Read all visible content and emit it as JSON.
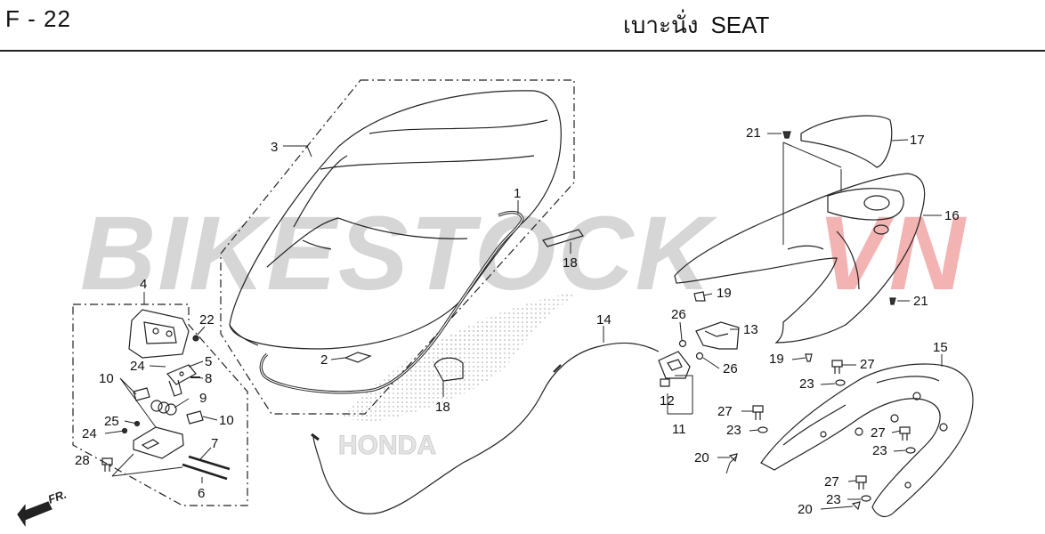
{
  "header": {
    "code": "F - 22",
    "title_th": "เบาะนั่ง",
    "title_en": "SEAT"
  },
  "watermark": {
    "text_gray": "BIKESTOCK",
    "text_red": "VN",
    "brand": "HONDA",
    "gray_color": "#cfcfcf",
    "red_color": "#f0a0a0"
  },
  "direction": "FR.",
  "callouts": {
    "c1": "1",
    "c2": "2",
    "c3": "3",
    "c4": "4",
    "c5": "5",
    "c6": "6",
    "c7": "7",
    "c8": "8",
    "c9": "9",
    "c10a": "10",
    "c10b": "10",
    "c11": "11",
    "c12": "12",
    "c13": "13",
    "c14": "14",
    "c15": "15",
    "c16": "16",
    "c17": "17",
    "c18a": "18",
    "c18b": "18",
    "c19a": "19",
    "c19b": "19",
    "c20a": "20",
    "c20b": "20",
    "c21a": "21",
    "c21b": "21",
    "c22": "22",
    "c23a": "23",
    "c23b": "23",
    "c23c": "23",
    "c23d": "23",
    "c24a": "24",
    "c24b": "24",
    "c25": "25",
    "c26a": "26",
    "c26b": "26",
    "c27a": "27",
    "c27b": "27",
    "c27c": "27",
    "c27d": "27",
    "c28": "28"
  }
}
